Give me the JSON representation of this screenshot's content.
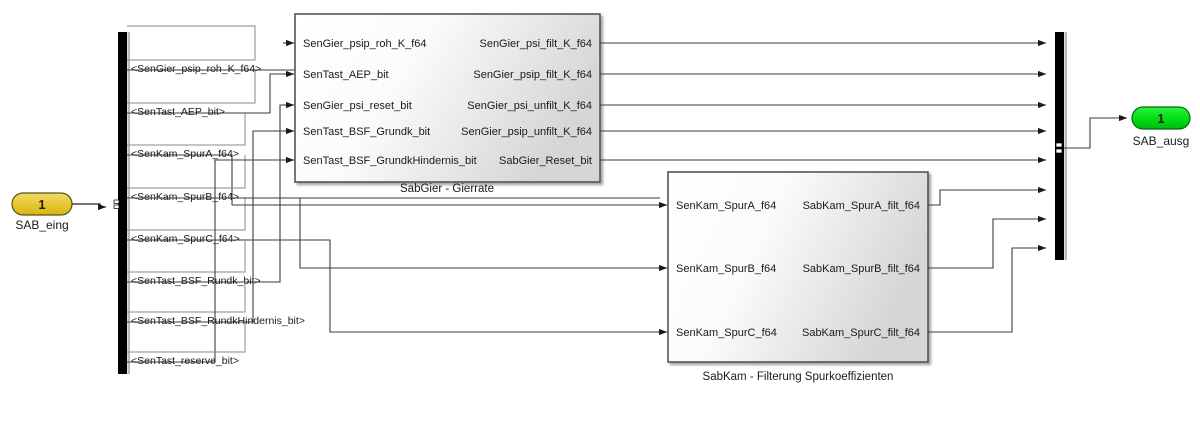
{
  "diagram": {
    "type": "simulink-block-diagram",
    "inport": {
      "number": "1",
      "label": "SAB_eing",
      "color": "#e8c93c"
    },
    "outport": {
      "number": "1",
      "label": "SAB_ausg",
      "color": "#00d916"
    },
    "bus_selector": {
      "name": "bus-selector",
      "signals": [
        "<SenGier_psip_roh_K_f64>",
        "<SenTast_AEP_bit>",
        "<SenKam_SpurA_f64>",
        "<SenKam_SpurB_f64>",
        "<SenKam_SpurC_f64>",
        "<SenTast_BSF_Rundk_bit>",
        "<SenTast_BSF_RundkHindernis_bit>",
        "<SenTast_reserve_bit>"
      ]
    },
    "bus_creator": {
      "name": "bus-creator",
      "input_count": "8"
    },
    "blocks": [
      {
        "id": "sabgier",
        "caption": "SabGier - Gierrate",
        "inputs": [
          "SenGier_psip_roh_K_f64",
          "SenTast_AEP_bit",
          "SenGier_psi_reset_bit",
          "SenTast_BSF_Grundk_bit",
          "SenTast_BSF_GrundkHindernis_bit"
        ],
        "outputs": [
          "SenGier_psi_filt_K_f64",
          "SenGier_psip_filt_K_f64",
          "SenGier_psi_unfilt_K_f64",
          "SenGier_psip_unfilt_K_f64",
          "SabGier_Reset_bit"
        ]
      },
      {
        "id": "sabkam",
        "caption": "SabKam - Filterung Spurkoeffizienten",
        "inputs": [
          "SenKam_SpurA_f64",
          "SenKam_SpurB_f64",
          "SenKam_SpurC_f64"
        ],
        "outputs": [
          "SabKam_SpurA_filt_f64",
          "SabKam_SpurB_filt_f64",
          "SabKam_SpurC_filt_f64"
        ]
      }
    ]
  }
}
